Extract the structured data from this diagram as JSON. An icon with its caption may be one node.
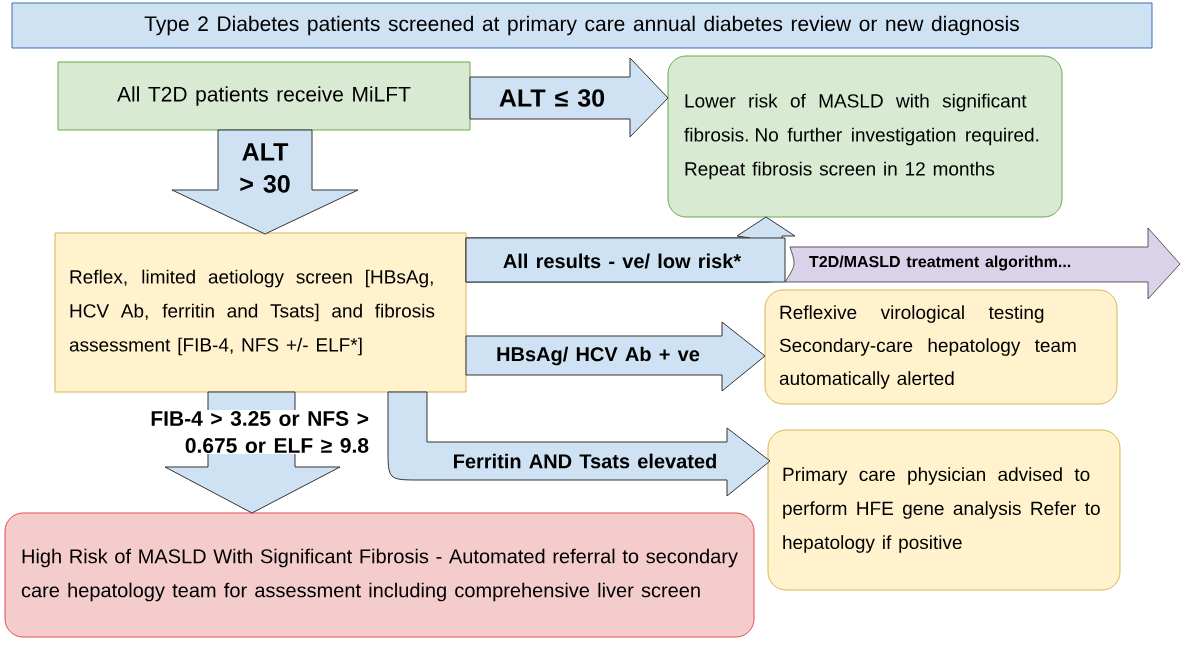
{
  "diagram": {
    "nodes": [
      {
        "text": [
          "Type 2 Diabetes patients screened at primary care annual diabetes review or new diagnosis"
        ]
      },
      {
        "text": [
          "All T2D patients receive MiLFT"
        ]
      },
      {
        "text": [
          "Lower risk of MASLD with significant fibrosis.",
          "No further investigation required. Repeat fibrosis screen in 12 months"
        ]
      },
      {
        "text": [
          "Reflex, limited aetiology screen [HBsAg, HCV Ab, ferritin and Tsats] and fibrosis assessment [FIB-4, NFS +/- ELF*]"
        ]
      },
      {
        "text": [
          "T2D/MASLD treatment algorithm..."
        ]
      },
      {
        "text": [
          "Reflexive virological testing",
          "Secondary-care hepatology team automatically alerted"
        ]
      },
      {
        "text": [
          "Primary care physician advised to perform HFE gene analysis",
          "Refer to hepatology if positive"
        ]
      },
      {
        "text": [
          "High Risk of MASLD With Significant Fibrosis",
          "- Automated referral to secondary care hepatology team for assessment including comprehensive liver screen"
        ]
      }
    ],
    "edges": [
      {
        "from": 1,
        "to": 2,
        "arrow": "to",
        "label": "ALT ≤ 30"
      },
      {
        "from": 1,
        "to": 3,
        "arrow": "to",
        "label": "ALT > 30"
      },
      {
        "from": 3,
        "to": 2,
        "arrow": "to",
        "label": "All results - ve/ low risk*"
      },
      {
        "from": 3,
        "to": 4,
        "arrow": "none"
      },
      {
        "from": 3,
        "to": 5,
        "arrow": "to",
        "label": "HBsAg/ HCV Ab + ve"
      },
      {
        "from": 3,
        "to": 6,
        "arrow": "to",
        "label": "Ferritin AND Tsats elevated"
      },
      {
        "from": 3,
        "to": 7,
        "arrow": "to",
        "label": "FIB-4 > 3.25 or NFS > 0.675 or ELF ≥ 9.8"
      }
    ]
  }
}
